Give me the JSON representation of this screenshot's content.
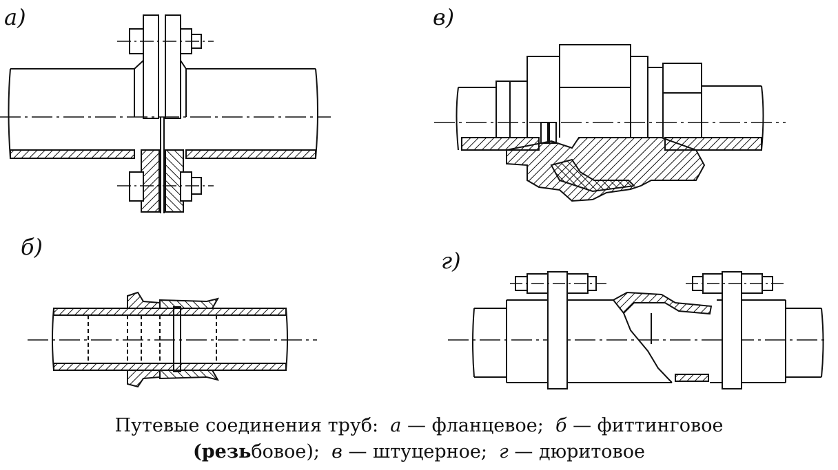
{
  "labels": {
    "a": "а)",
    "b": "б)",
    "v": "в)",
    "g": "г)"
  },
  "caption": {
    "prefix": "Путевые соединения труб:",
    "a_letter": "а",
    "a_text": "— фланцевое;",
    "b_letter": "б",
    "b_text": "— фиттинговое",
    "b_text2_bold": "(резь",
    "b_text2_rest": "бовое);",
    "v_letter": "в",
    "v_text": "— штуцерное;",
    "g_letter": "г",
    "g_text": "— дюритовое"
  },
  "colors": {
    "ink": "#111111",
    "paper": "#ffffff"
  }
}
